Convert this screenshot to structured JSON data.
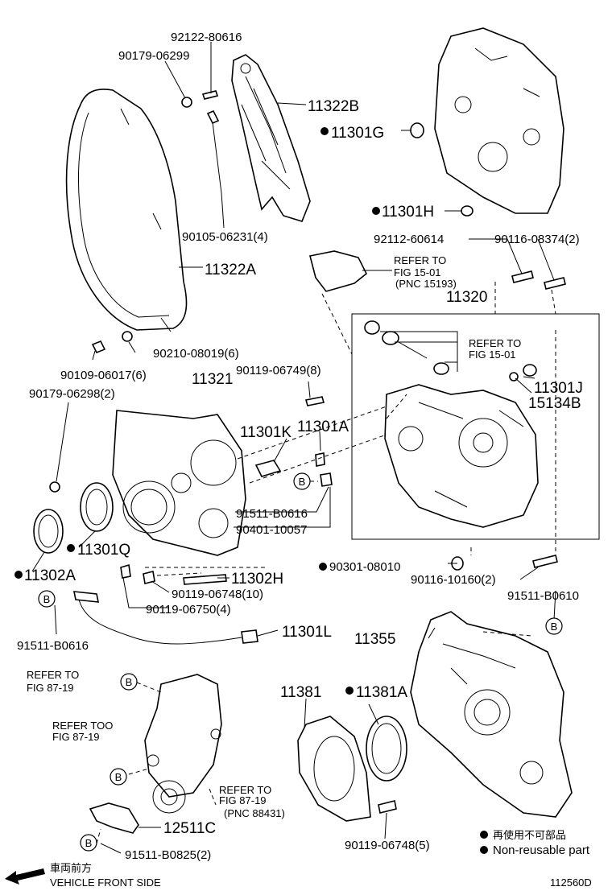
{
  "labels": {
    "p92122": "92122-80616",
    "p90179a": "90179-06299",
    "p11322b": "11322B",
    "p11301g": "11301G",
    "p90105": "90105-06231(4)",
    "p11301h": "11301H",
    "p92112": "92112-60614",
    "p90116a": "90116-08374(2)",
    "p11322a": "11322A",
    "ref1501a_1": "REFER TO",
    "ref1501a_2": "FIG 15-01",
    "ref1501a_3": "(PNC 15193)",
    "p11320": "11320",
    "p90210": "90210-08019(6)",
    "p90109": "90109-06017(6)",
    "ref1501b_1": "REFER TO",
    "ref1501b_2": "FIG 15-01",
    "p11301j": "11301J",
    "p15134b": "15134B",
    "p11321": "11321",
    "p90119a": "90119-06749(8)",
    "p90179b": "90179-06298(2)",
    "p11301k": "11301K",
    "p11301a": "11301A",
    "p91511a": "91511-B0616",
    "p90401": "90401-10057",
    "p11301q": "11301Q",
    "p90301": "90301-08010",
    "p11302a": "11302A",
    "p90116b": "90116-10160(2)",
    "p11302h": "11302H",
    "p90119b": "90119-06748(10)",
    "p91511b": "91511-B0610",
    "p90119c": "90119-06750(4)",
    "p11301l": "11301L",
    "p91511c": "91511-B0616",
    "p11355": "11355",
    "ref8719a_1": "REFER TO",
    "ref8719a_2": "FIG 87-19",
    "p11381": "11381",
    "p11381a": "11381A",
    "ref8719b_1": "REFER TOO",
    "ref8719b_2": "FIG 87-19",
    "ref8719c_1": "REFER TO",
    "ref8719c_2": "FIG 87-19",
    "ref8719c_3": "(PNC 88431)",
    "p12511c": "12511C",
    "p91511d": "91511-B0825(2)",
    "p90119d": "90119-06748(5)",
    "legend_jp": "再使用不可部品",
    "legend_en": "Non-reusable part",
    "front_jp": "車両前方",
    "front_en": "VEHICLE FRONT SIDE",
    "diagram_id": "112560D",
    "callout_b": "B"
  }
}
